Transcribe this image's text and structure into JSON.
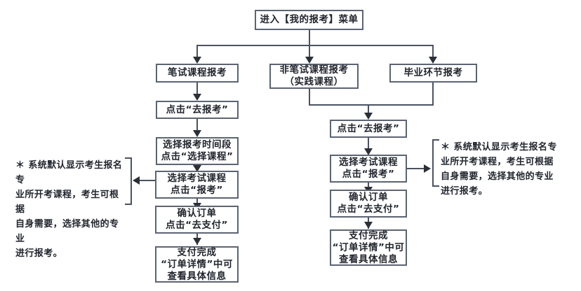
{
  "diagram": {
    "title_node": {
      "label": "进入【我的报考】菜单"
    },
    "branches": [
      {
        "id": "written",
        "label": "笔试课程报考"
      },
      {
        "id": "non-written",
        "label": "非笔试课程报考\n（实践课程）"
      },
      {
        "id": "graduation",
        "label": "毕业环节报考"
      }
    ],
    "left_flow": [
      {
        "id": "left-step-1",
        "label": "点击“去报考”"
      },
      {
        "id": "left-step-2",
        "label": "选择报考时间段\n点击“选择课程”"
      },
      {
        "id": "left-step-3",
        "label": "选择考试课程\n点击“报考”"
      },
      {
        "id": "left-step-4",
        "label": "确认订单\n点击“去支付”"
      },
      {
        "id": "left-step-5",
        "label": "支付完成\n“订单详情”中可\n查看具体信息"
      }
    ],
    "right_flow": [
      {
        "id": "right-step-1",
        "label": "点击“去报考”"
      },
      {
        "id": "right-step-2",
        "label": "选择考试课程\n点击“报考”"
      },
      {
        "id": "right-step-3",
        "label": "确认订单\n点击“去支付”"
      },
      {
        "id": "right-step-4",
        "label": "支付完成\n“订单详情”中可\n查看具体信息"
      }
    ],
    "notes": [
      {
        "id": "note-left",
        "text": "＊ 系统默认显示考生报名专\n业所开考课程，考生可根据\n自身需要，选择其他的专业\n进行报考。"
      },
      {
        "id": "note-right",
        "text": "＊ 系统默认显示考生报名专\n业所开考课程，考生可根据\n自身需要，选择其他的专业\n进行报考。"
      }
    ],
    "colors": {
      "box_border": "#5c6472",
      "connector": "#4a5260",
      "arrow": "#2b3038",
      "text": "#22262e",
      "background": "#ffffff"
    }
  }
}
